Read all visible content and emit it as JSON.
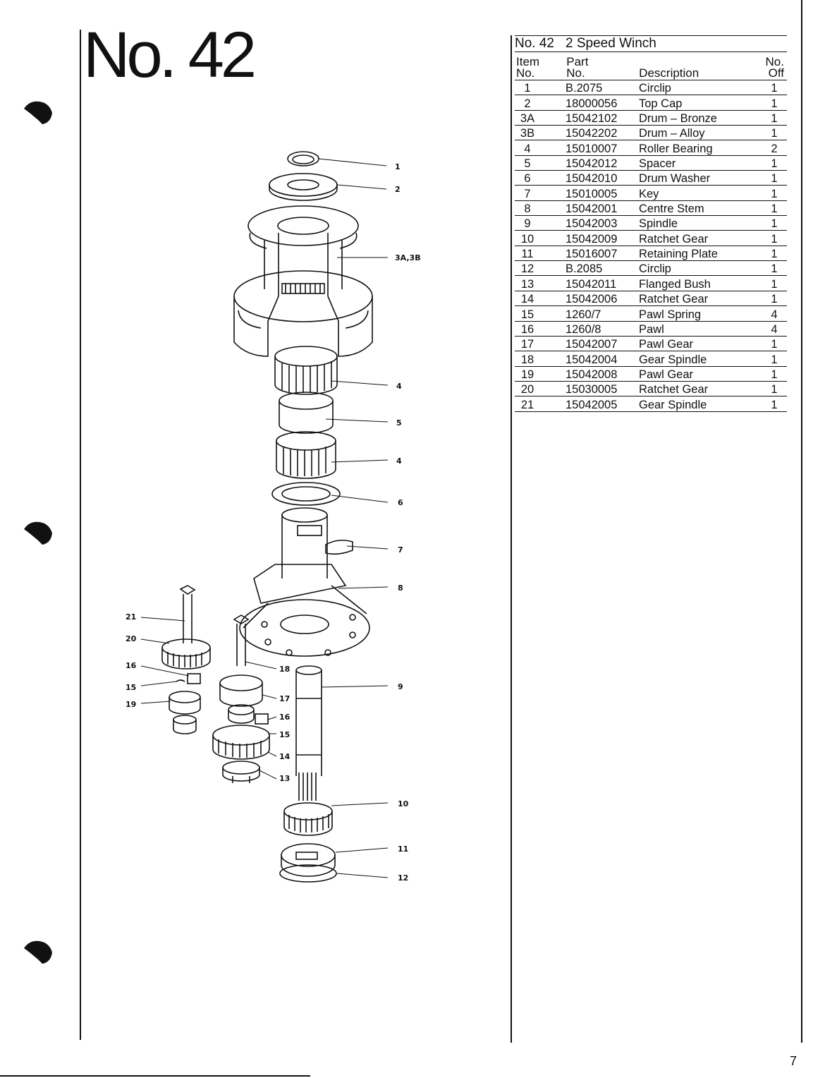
{
  "page": {
    "title": "No. 42",
    "page_number": "7"
  },
  "parts_list": {
    "model": "No. 42",
    "name": "2 Speed Winch",
    "headers": {
      "item": [
        "Item",
        "No."
      ],
      "part": [
        "Part",
        "No."
      ],
      "description": "Description",
      "qty": [
        "No.",
        "Off"
      ]
    },
    "rows": [
      {
        "item": "1",
        "part": "B.2075",
        "desc": "Circlip",
        "qty": "1"
      },
      {
        "item": "2",
        "part": "18000056",
        "desc": "Top Cap",
        "qty": "1"
      },
      {
        "item": "3A",
        "part": "15042102",
        "desc": "Drum – Bronze",
        "qty": "1"
      },
      {
        "item": "3B",
        "part": "15042202",
        "desc": "Drum – Alloy",
        "qty": "1"
      },
      {
        "item": "4",
        "part": "15010007",
        "desc": "Roller Bearing",
        "qty": "2"
      },
      {
        "item": "5",
        "part": "15042012",
        "desc": "Spacer",
        "qty": "1"
      },
      {
        "item": "6",
        "part": "15042010",
        "desc": "Drum Washer",
        "qty": "1"
      },
      {
        "item": "7",
        "part": "15010005",
        "desc": "Key",
        "qty": "1"
      },
      {
        "item": "8",
        "part": "15042001",
        "desc": "Centre Stem",
        "qty": "1"
      },
      {
        "item": "9",
        "part": "15042003",
        "desc": "Spindle",
        "qty": "1"
      },
      {
        "item": "10",
        "part": "15042009",
        "desc": "Ratchet Gear",
        "qty": "1"
      },
      {
        "item": "11",
        "part": "15016007",
        "desc": "Retaining Plate",
        "qty": "1"
      },
      {
        "item": "12",
        "part": "B.2085",
        "desc": "Circlip",
        "qty": "1"
      },
      {
        "item": "13",
        "part": "15042011",
        "desc": "Flanged Bush",
        "qty": "1"
      },
      {
        "item": "14",
        "part": "15042006",
        "desc": "Ratchet Gear",
        "qty": "1"
      },
      {
        "item": "15",
        "part": "1260/7",
        "desc": "Pawl Spring",
        "qty": "4"
      },
      {
        "item": "16",
        "part": "1260/8",
        "desc": "Pawl",
        "qty": "4"
      },
      {
        "item": "17",
        "part": "15042007",
        "desc": "Pawl Gear",
        "qty": "1"
      },
      {
        "item": "18",
        "part": "15042004",
        "desc": "Gear Spindle",
        "qty": "1"
      },
      {
        "item": "19",
        "part": "15042008",
        "desc": "Pawl Gear",
        "qty": "1"
      },
      {
        "item": "20",
        "part": "15030005",
        "desc": "Ratchet Gear",
        "qty": "1"
      },
      {
        "item": "21",
        "part": "15042005",
        "desc": "Gear Spindle",
        "qty": "1"
      }
    ]
  },
  "diagram": {
    "callouts": [
      "1",
      "2",
      "3A,3B",
      "4",
      "5",
      "4",
      "6",
      "7",
      "8",
      "9",
      "10",
      "11",
      "12",
      "21",
      "20",
      "16",
      "15",
      "19",
      "18",
      "17",
      "16",
      "15",
      "14",
      "13"
    ]
  }
}
